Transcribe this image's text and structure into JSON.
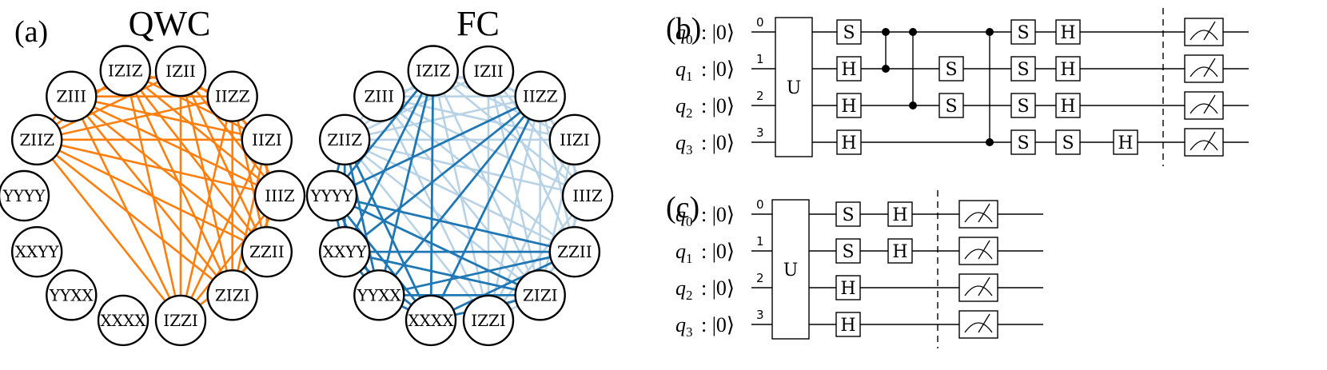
{
  "panels": {
    "a": {
      "label": "(a)"
    },
    "b": {
      "label": "(b)"
    },
    "c": {
      "label": "(c)"
    }
  },
  "graphs": [
    {
      "id": "qwc",
      "title": "QWC",
      "edge_color": "#ff7f0e",
      "nodes": [
        "IZIZ",
        "IZII",
        "IIZZ",
        "IIZI",
        "IIIZ",
        "ZZII",
        "ZIZI",
        "IZZI",
        "XXXX",
        "YYXX",
        "XXYY",
        "YYYY",
        "ZIIZ",
        "ZIII"
      ],
      "edges": [
        [
          "IZIZ",
          "IIZI"
        ],
        [
          "IZIZ",
          "IIIZ"
        ],
        [
          "IZIZ",
          "ZZII"
        ],
        [
          "IZIZ",
          "ZIZI"
        ],
        [
          "IZIZ",
          "IZZI"
        ],
        [
          "IZIZ",
          "ZIIZ"
        ],
        [
          "IZIZ",
          "IIZZ"
        ],
        [
          "IZII",
          "IIIZ"
        ],
        [
          "IZII",
          "ZZII"
        ],
        [
          "IZII",
          "ZIZI"
        ],
        [
          "IZII",
          "IZZI"
        ],
        [
          "IZII",
          "ZIIZ"
        ],
        [
          "IZII",
          "ZIII"
        ],
        [
          "IZII",
          "IIZI"
        ],
        [
          "IIZZ",
          "ZZII"
        ],
        [
          "IIZZ",
          "ZIZI"
        ],
        [
          "IIZZ",
          "IZZI"
        ],
        [
          "IIZZ",
          "ZIIZ"
        ],
        [
          "IIZZ",
          "ZIII"
        ],
        [
          "IIZZ",
          "IIIZ"
        ],
        [
          "IIZI",
          "ZZII"
        ],
        [
          "IIZI",
          "ZIZI"
        ],
        [
          "IIZI",
          "IZZI"
        ],
        [
          "IIZI",
          "ZIIZ"
        ],
        [
          "IIZI",
          "ZIII"
        ],
        [
          "IIIZ",
          "ZIZI"
        ],
        [
          "IIIZ",
          "IZZI"
        ],
        [
          "IIIZ",
          "ZIIZ"
        ],
        [
          "IIIZ",
          "ZIII"
        ],
        [
          "ZZII",
          "IZZI"
        ],
        [
          "ZZII",
          "ZIIZ"
        ],
        [
          "ZZII",
          "ZIII"
        ],
        [
          "ZIZI",
          "ZIIZ"
        ],
        [
          "ZIZI",
          "ZIII"
        ],
        [
          "IZZI",
          "ZIIZ"
        ],
        [
          "IZZI",
          "ZIII"
        ],
        [
          "ZIIZ",
          "ZIII"
        ]
      ]
    },
    {
      "id": "fc",
      "title": "FC",
      "edge_color": "#1f77b4",
      "edge_color_light": "#b8d2e6",
      "nodes": [
        "IZIZ",
        "IZII",
        "IIZZ",
        "IIZI",
        "IIIZ",
        "ZZII",
        "ZIZI",
        "IZZI",
        "XXXX",
        "YYXX",
        "XXYY",
        "YYYY",
        "ZIIZ",
        "ZIII"
      ],
      "edges_strong": [
        [
          "IZIZ",
          "YYYY"
        ],
        [
          "IZIZ",
          "XXYY"
        ],
        [
          "IZIZ",
          "YYXX"
        ],
        [
          "IZIZ",
          "XXXX"
        ],
        [
          "IIZZ",
          "YYYY"
        ],
        [
          "IIZZ",
          "XXYY"
        ],
        [
          "IIZZ",
          "YYXX"
        ],
        [
          "IIZZ",
          "XXXX"
        ],
        [
          "ZZII",
          "YYYY"
        ],
        [
          "ZZII",
          "XXYY"
        ],
        [
          "ZZII",
          "YYXX"
        ],
        [
          "ZZII",
          "XXXX"
        ],
        [
          "ZIZI",
          "YYYY"
        ],
        [
          "ZIZI",
          "XXYY"
        ],
        [
          "ZIZI",
          "YYXX"
        ],
        [
          "ZIZI",
          "XXXX"
        ],
        [
          "ZIIZ",
          "YYYY"
        ],
        [
          "ZIIZ",
          "XXYY"
        ],
        [
          "ZIIZ",
          "YYXX"
        ],
        [
          "ZIIZ",
          "XXXX"
        ],
        [
          "YYYY",
          "XXYY"
        ],
        [
          "YYYY",
          "YYXX"
        ],
        [
          "YYYY",
          "XXXX"
        ],
        [
          "XXYY",
          "YYXX"
        ],
        [
          "XXYY",
          "XXXX"
        ],
        [
          "YYXX",
          "XXXX"
        ]
      ],
      "edges_light": [
        [
          "IZIZ",
          "IIZI"
        ],
        [
          "IZIZ",
          "IIIZ"
        ],
        [
          "IZIZ",
          "ZIZI"
        ],
        [
          "IZIZ",
          "IZZI"
        ],
        [
          "IZIZ",
          "ZIIZ"
        ],
        [
          "IZIZ",
          "IIZZ"
        ],
        [
          "IZII",
          "IIIZ"
        ],
        [
          "IZII",
          "ZZII"
        ],
        [
          "IZII",
          "ZIZI"
        ],
        [
          "IZII",
          "IZZI"
        ],
        [
          "IZII",
          "ZIIZ"
        ],
        [
          "IZII",
          "ZIII"
        ],
        [
          "IZII",
          "IIZI"
        ],
        [
          "IIZZ",
          "ZZII"
        ],
        [
          "IIZZ",
          "ZIZI"
        ],
        [
          "IIZZ",
          "IZZI"
        ],
        [
          "IIZZ",
          "ZIIZ"
        ],
        [
          "IIZZ",
          "ZIII"
        ],
        [
          "IIZZ",
          "IIIZ"
        ],
        [
          "IIZI",
          "ZZII"
        ],
        [
          "IIZI",
          "ZIZI"
        ],
        [
          "IIZI",
          "IZZI"
        ],
        [
          "IIZI",
          "ZIIZ"
        ],
        [
          "IIZI",
          "ZIII"
        ],
        [
          "IIIZ",
          "ZIZI"
        ],
        [
          "IIIZ",
          "IZZI"
        ],
        [
          "IIIZ",
          "ZIIZ"
        ],
        [
          "IIIZ",
          "ZIII"
        ],
        [
          "ZZII",
          "IZZI"
        ],
        [
          "ZZII",
          "ZIIZ"
        ],
        [
          "ZZII",
          "ZIII"
        ],
        [
          "ZIZI",
          "ZIIZ"
        ],
        [
          "ZIZI",
          "ZIII"
        ],
        [
          "IZZI",
          "ZIIZ"
        ],
        [
          "IZZI",
          "ZIII"
        ],
        [
          "ZIIZ",
          "ZIII"
        ],
        [
          "ZIZI",
          "IZZI"
        ]
      ]
    }
  ],
  "circuits": {
    "b": {
      "qubits": [
        {
          "name": "q",
          "sub": "0",
          "ket": ": |0⟩",
          "index": "0"
        },
        {
          "name": "q",
          "sub": "1",
          "ket": ": |0⟩",
          "index": "1"
        },
        {
          "name": "q",
          "sub": "2",
          "ket": ": |0⟩",
          "index": "2"
        },
        {
          "name": "q",
          "sub": "3",
          "ket": ": |0⟩",
          "index": "3"
        }
      ],
      "u_label": "U",
      "gates": [
        {
          "label": "S",
          "q": 0,
          "col": 0
        },
        {
          "label": "H",
          "q": 1,
          "col": 0
        },
        {
          "label": "H",
          "q": 2,
          "col": 0
        },
        {
          "label": "H",
          "q": 3,
          "col": 0
        },
        {
          "label": "S",
          "q": 1,
          "col": 3
        },
        {
          "label": "S",
          "q": 2,
          "col": 3
        },
        {
          "label": "S",
          "q": 0,
          "col": 5
        },
        {
          "label": "S",
          "q": 1,
          "col": 5
        },
        {
          "label": "S",
          "q": 2,
          "col": 5
        },
        {
          "label": "S",
          "q": 3,
          "col": 5
        },
        {
          "label": "H",
          "q": 0,
          "col": 6
        },
        {
          "label": "H",
          "q": 1,
          "col": 6
        },
        {
          "label": "H",
          "q": 2,
          "col": 6
        },
        {
          "label": "S",
          "q": 3,
          "col": 6
        },
        {
          "label": "H",
          "q": 3,
          "col": 7
        }
      ],
      "cz": [
        {
          "q1": 0,
          "q2": 1,
          "col": 1
        },
        {
          "q1": 0,
          "q2": 2,
          "col": 2
        },
        {
          "q1": 0,
          "q2": 3,
          "col": 4
        }
      ]
    },
    "c": {
      "qubits": [
        {
          "name": "q",
          "sub": "0",
          "ket": ": |0⟩",
          "index": "0"
        },
        {
          "name": "q",
          "sub": "1",
          "ket": ": |0⟩",
          "index": "1"
        },
        {
          "name": "q",
          "sub": "2",
          "ket": ": |0⟩",
          "index": "2"
        },
        {
          "name": "q",
          "sub": "3",
          "ket": ": |0⟩",
          "index": "3"
        }
      ],
      "u_label": "U",
      "gates": [
        {
          "label": "S",
          "q": 0,
          "col": 0
        },
        {
          "label": "S",
          "q": 1,
          "col": 0
        },
        {
          "label": "H",
          "q": 2,
          "col": 0
        },
        {
          "label": "H",
          "q": 3,
          "col": 0
        },
        {
          "label": "H",
          "q": 0,
          "col": 1
        },
        {
          "label": "H",
          "q": 1,
          "col": 1
        }
      ]
    }
  }
}
